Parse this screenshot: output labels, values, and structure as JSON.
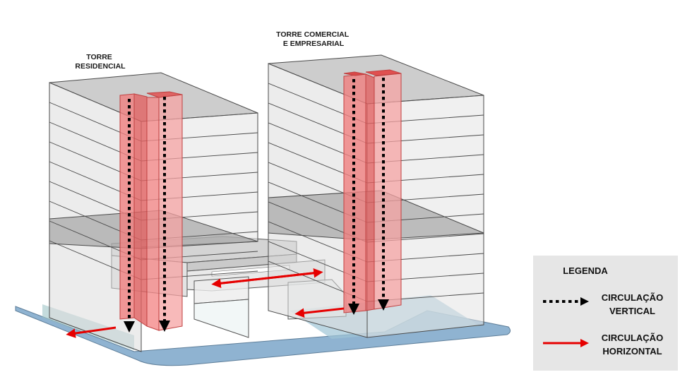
{
  "towers": {
    "residential_label": [
      "TORRE",
      "RESIDENCIAL"
    ],
    "commercial_label": [
      "TORRE COMERCIAL",
      "E EMPRESARIAL"
    ]
  },
  "legend": {
    "title": "LEGENDA",
    "vertical": [
      "CIRCULAÇÃO",
      "VERTICAL"
    ],
    "horizontal": [
      "CIRCULAÇÃO",
      "HORIZONTAL"
    ]
  },
  "colors": {
    "vertical_arrow": "#000000",
    "horizontal_arrow": "#e60000",
    "core_fill": "#f08080",
    "site_fill": "#7fa9cc",
    "legend_bg": "#e6e6e6"
  }
}
